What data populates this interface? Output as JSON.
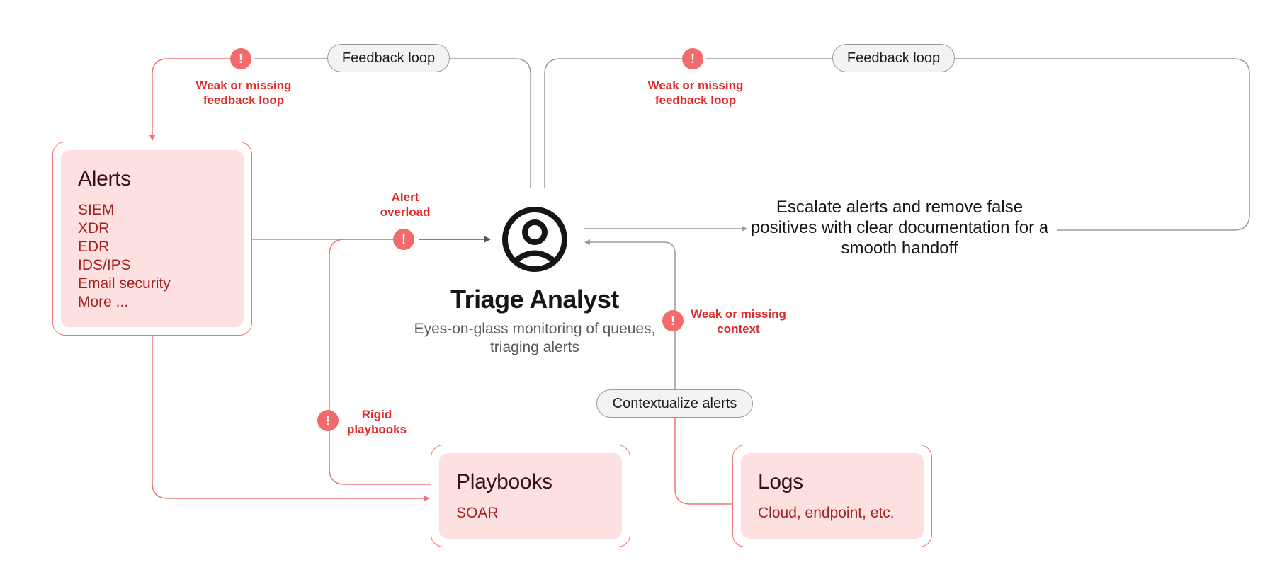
{
  "analyst": {
    "title": "Triage Analyst",
    "subtitle": "Eyes-on-glass monitoring of queues, triaging alerts",
    "icon": "user-circle-icon"
  },
  "alerts_box": {
    "title": "Alerts",
    "items": [
      "SIEM",
      "XDR",
      "EDR",
      "IDS/IPS",
      "Email security",
      "More ..."
    ]
  },
  "playbooks_box": {
    "title": "Playbooks",
    "items": [
      "SOAR"
    ]
  },
  "logs_box": {
    "title": "Logs",
    "items": [
      "Cloud, endpoint, etc."
    ]
  },
  "pills": {
    "feedback_left": "Feedback loop",
    "feedback_right": "Feedback loop",
    "contextualize": "Contextualize alerts"
  },
  "warnings": {
    "feedback_left": "Weak or missing feedback loop",
    "feedback_right": "Weak or missing feedback loop",
    "alert_overload": "Alert overload",
    "missing_context": "Weak or missing context",
    "rigid_playbooks": "Rigid playbooks",
    "symbol": "!"
  },
  "escalate_text": "Escalate alerts and remove false positives with clear documentation for a smooth handoff",
  "colors": {
    "red_line": "#f07474",
    "gray_line": "#9a9a9a",
    "warning_red": "#e02a2a",
    "box_fill": "#fde1e1"
  }
}
